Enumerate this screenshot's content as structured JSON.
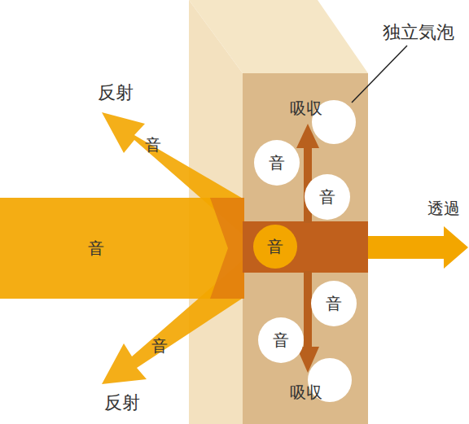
{
  "diagram": {
    "nodes": [
      {
        "text": [
          "音"
        ]
      },
      {
        "text": [
          "音"
        ]
      },
      {
        "text": [
          "音"
        ]
      },
      {
        "text": [
          "音"
        ]
      },
      {
        "text": [
          "音"
        ]
      }
    ],
    "labels": [
      "独立気泡",
      "反射",
      "吸収",
      "音",
      "音",
      "透過",
      "音",
      "吸収",
      "反射"
    ]
  }
}
